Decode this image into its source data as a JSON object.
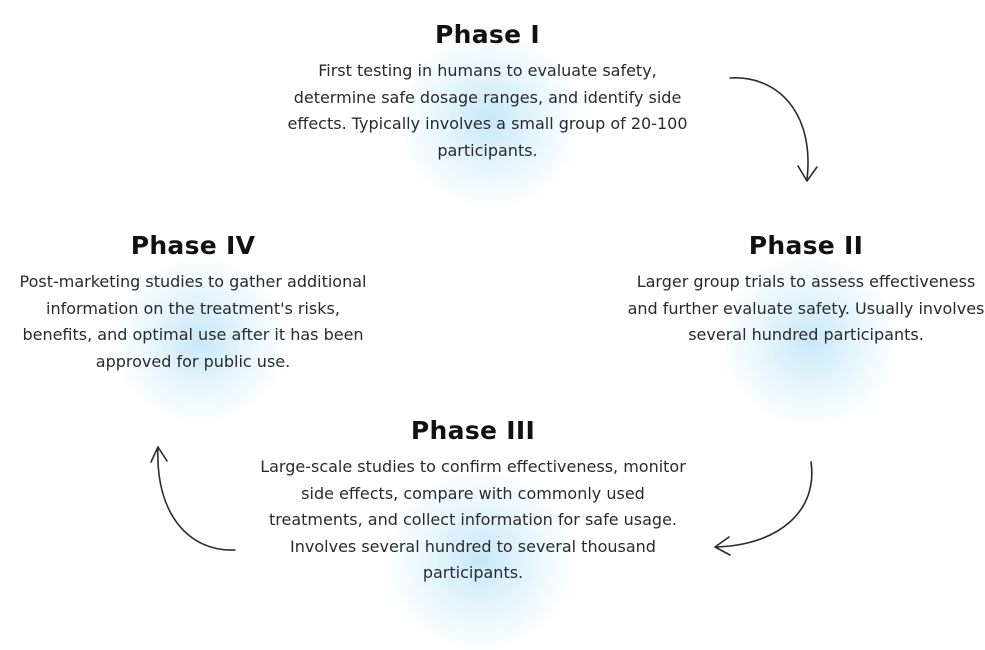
{
  "phases": [
    {
      "title": "Phase I",
      "description": "First testing in humans to evaluate safety, determine safe dosage ranges, and identify side effects. Typically involves a small group of 20-100 participants."
    },
    {
      "title": "Phase II",
      "description": "Larger group trials to assess effectiveness and further evaluate safety. Usually involves several hundred participants."
    },
    {
      "title": "Phase III",
      "description": "Large-scale studies to confirm effectiveness, monitor side effects, compare with commonly used treatments, and collect information for safe usage. Involves several hundred to several thousand participants."
    },
    {
      "title": "Phase IV",
      "description": "Post-marketing studies to gather additional information on the treatment's risks, benefits, and optimal use after it has been approved for public use."
    }
  ],
  "colors": {
    "glow": "#bfe6f7",
    "text": "#2a2a2a",
    "title": "#111111",
    "arrow": "#2b2b2b"
  }
}
